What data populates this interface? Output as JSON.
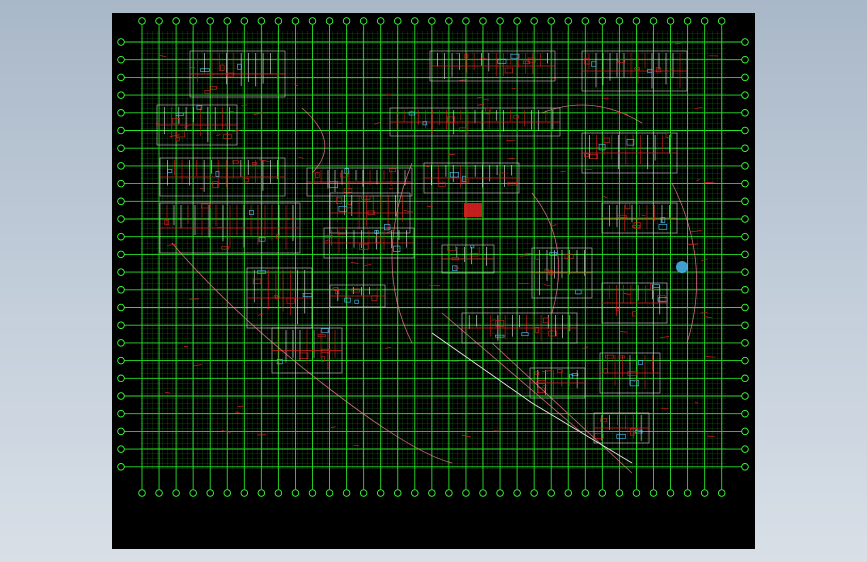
{
  "viewer": {
    "background_outer": "#b8c4d2",
    "canvas_background": "#000000"
  },
  "drawing": {
    "description_kind": "cad-site-plan",
    "colors": {
      "grid": "#21d321",
      "axis_line": "#27e027",
      "bubble": "#3bff3b",
      "walls_red": "#d92020",
      "walls_white": "#e8e8e8",
      "accent_cyan": "#4fc3ff",
      "pink_lines": "#ff7f9a"
    },
    "axis_bubble_count_top": 35,
    "axis_bubble_count_side": 25
  }
}
